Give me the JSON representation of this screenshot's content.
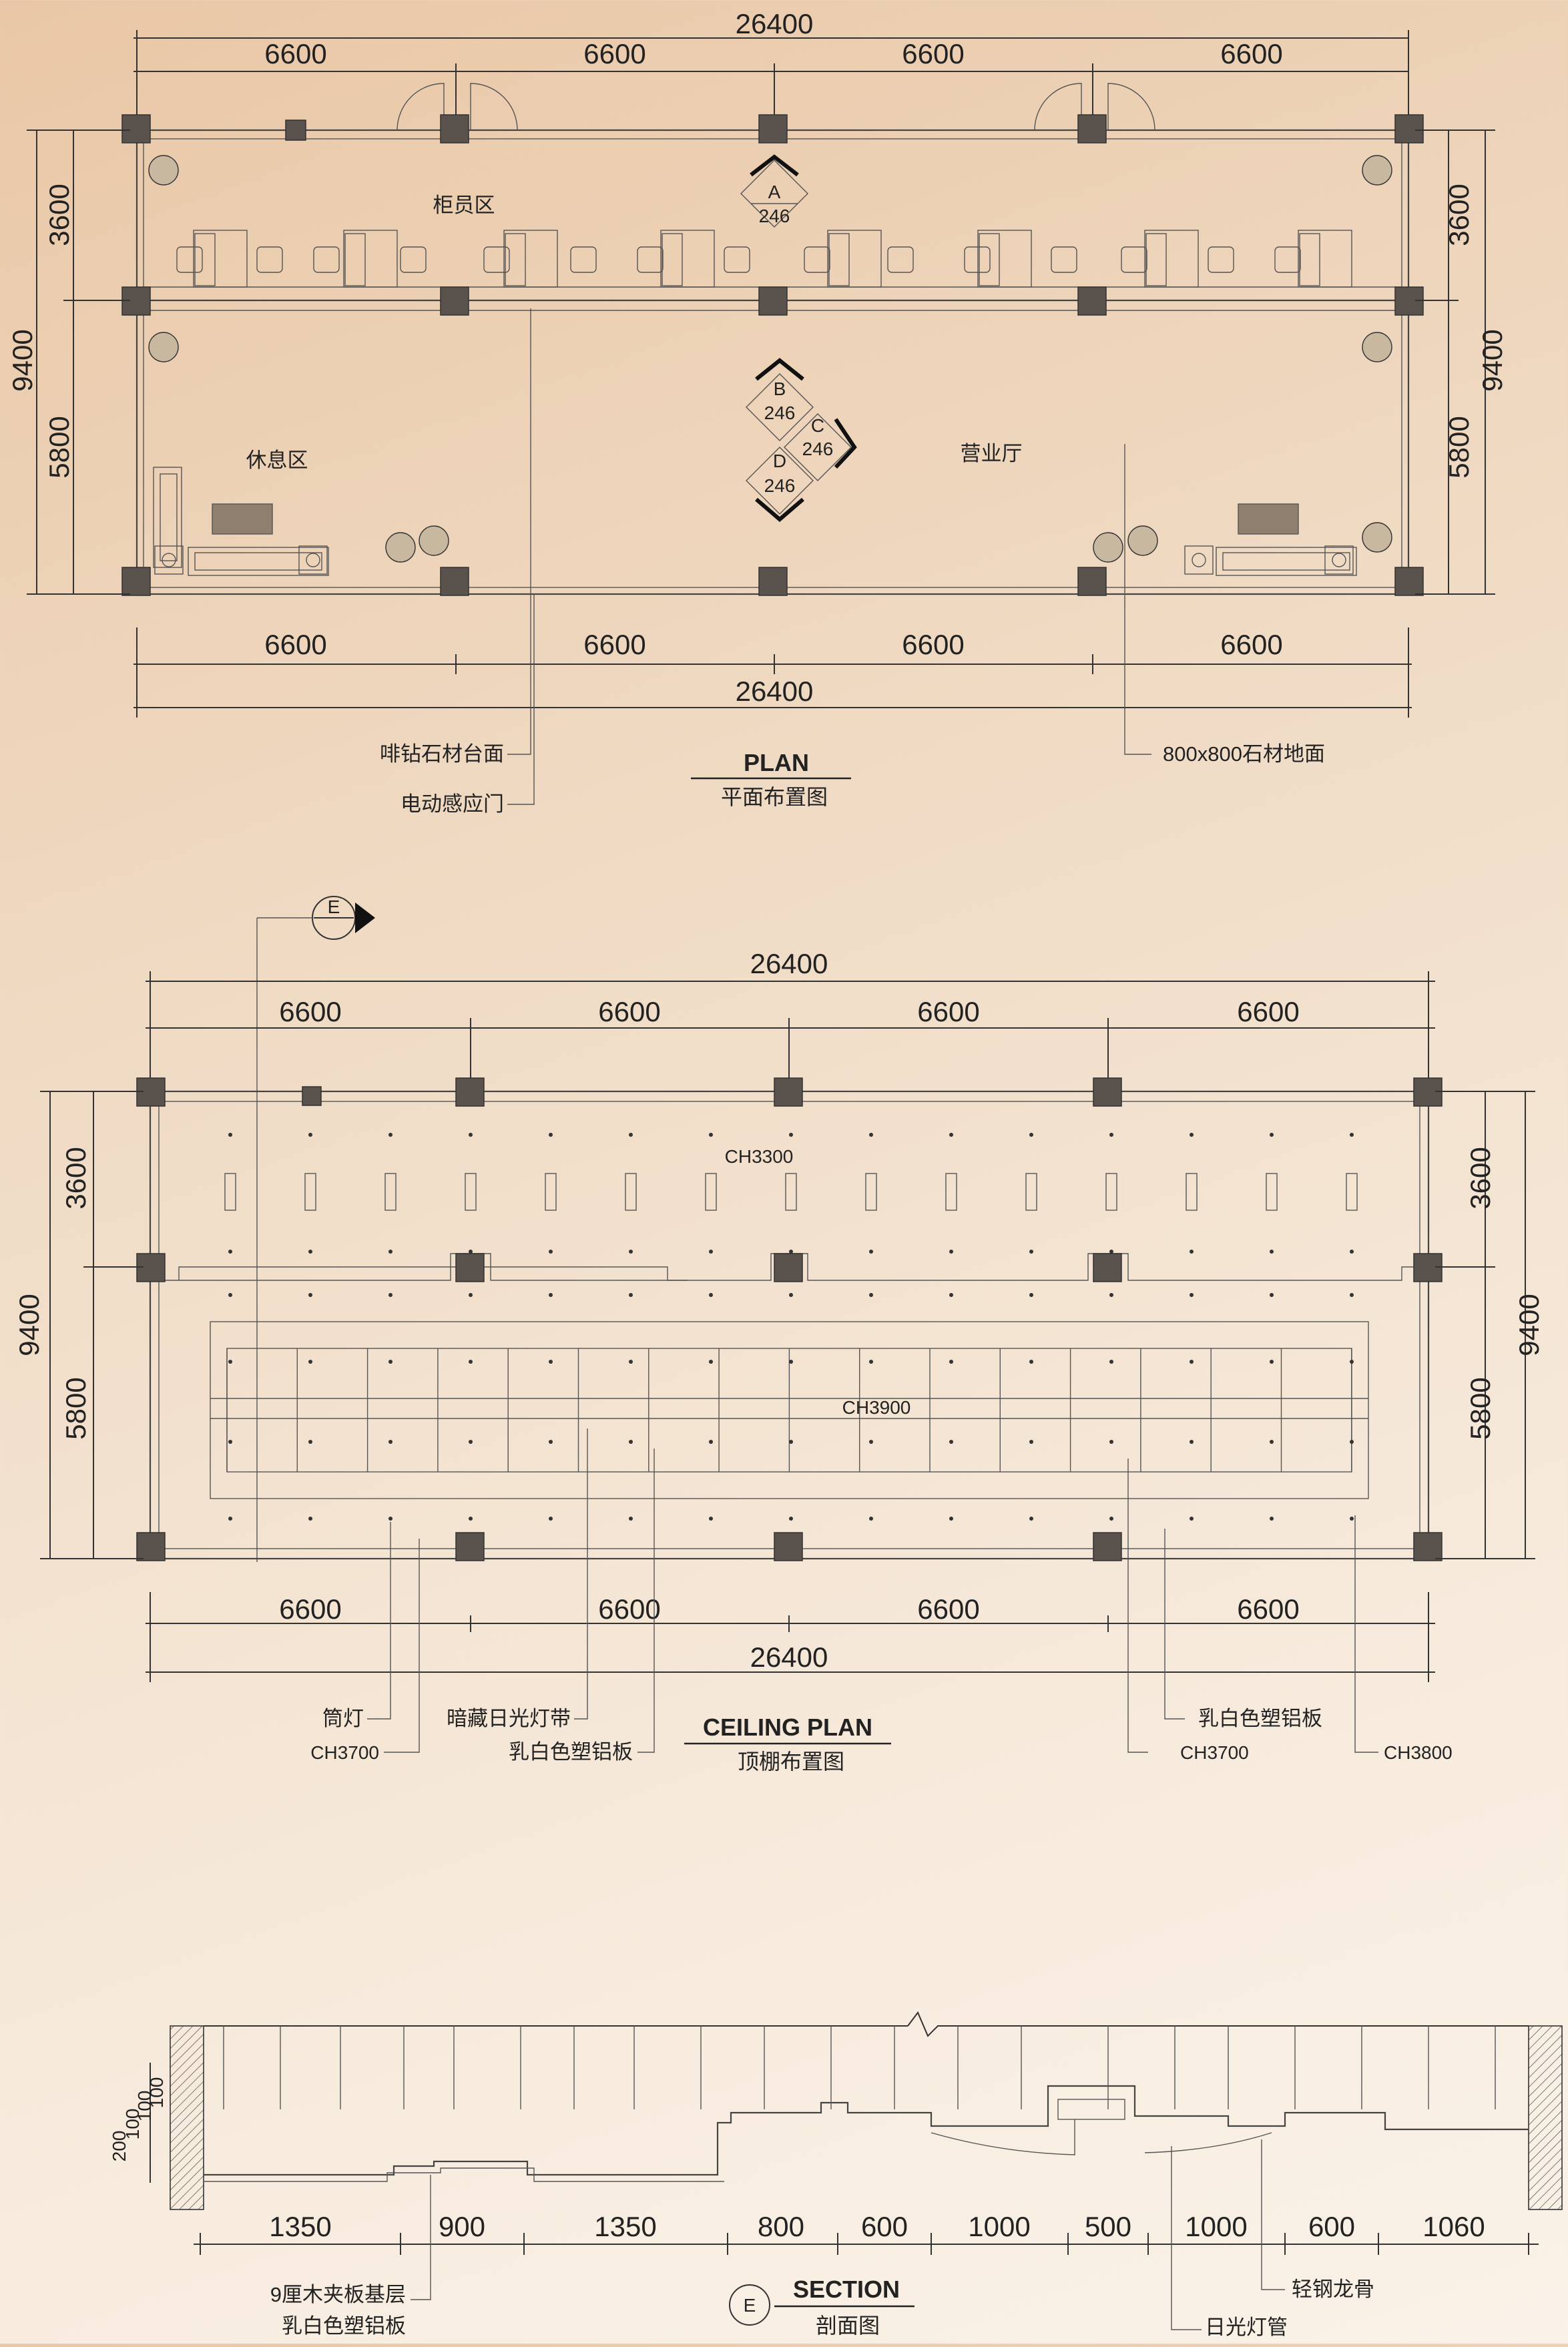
{
  "plan": {
    "dims": {
      "total_top": "26400",
      "bays_top": [
        "6600",
        "6600",
        "6600",
        "6600"
      ],
      "bays_bottom": [
        "6600",
        "6600",
        "6600",
        "6600"
      ],
      "total_bottom": "26400",
      "left": {
        "total": "9400",
        "upper": "3600",
        "lower": "5800"
      },
      "right": {
        "total": "9400",
        "upper": "3600",
        "lower": "5800"
      }
    },
    "zones": {
      "counter": "柜员区",
      "rest": "休息区",
      "hall": "营业厅"
    },
    "markers": [
      {
        "letter": "A",
        "num": "246"
      },
      {
        "letter": "B",
        "num": "246"
      },
      {
        "letter": "C",
        "num": "246"
      },
      {
        "letter": "D",
        "num": "246"
      }
    ],
    "callouts": {
      "stone_counter": "啡钻石材台面",
      "auto_door": "电动感应门",
      "floor": "800x800石材地面"
    },
    "title_en": "PLAN",
    "title_cn": "平面布置图"
  },
  "ceiling": {
    "section_mark": "E",
    "dims": {
      "total_top": "26400",
      "bays_top": [
        "6600",
        "6600",
        "6600",
        "6600"
      ],
      "bays_bottom": [
        "6600",
        "6600",
        "6600",
        "6600"
      ],
      "total_bottom": "26400",
      "left": {
        "total": "9400",
        "upper": "3600",
        "lower": "5800"
      },
      "right": {
        "total": "9400",
        "upper": "3600",
        "lower": "5800"
      }
    },
    "heights": {
      "upper": "CH3300",
      "center": "CH3900"
    },
    "callouts": {
      "downlight": "筒灯",
      "downlight_ch": "CH3700",
      "hidden_light": "暗藏日光灯带",
      "panel_left": "乳白色塑铝板",
      "panel_right": "乳白色塑铝板",
      "ch_right1": "CH3700",
      "ch_right2": "CH3800"
    },
    "title_en": "CEILING PLAN",
    "title_cn": "顶棚布置图"
  },
  "section": {
    "vdims": [
      "200",
      "100",
      "100",
      "100"
    ],
    "hdims": [
      "1350",
      "900",
      "1350",
      "800",
      "600",
      "1000",
      "500",
      "1000",
      "600",
      "1060"
    ],
    "callouts": {
      "plywood": "9厘木夹板基层",
      "panel": "乳白色塑铝板",
      "keel": "轻钢龙骨",
      "tube": "日光灯管"
    },
    "mark": "E",
    "title_en": "SECTION",
    "title_cn": "剖面图"
  }
}
